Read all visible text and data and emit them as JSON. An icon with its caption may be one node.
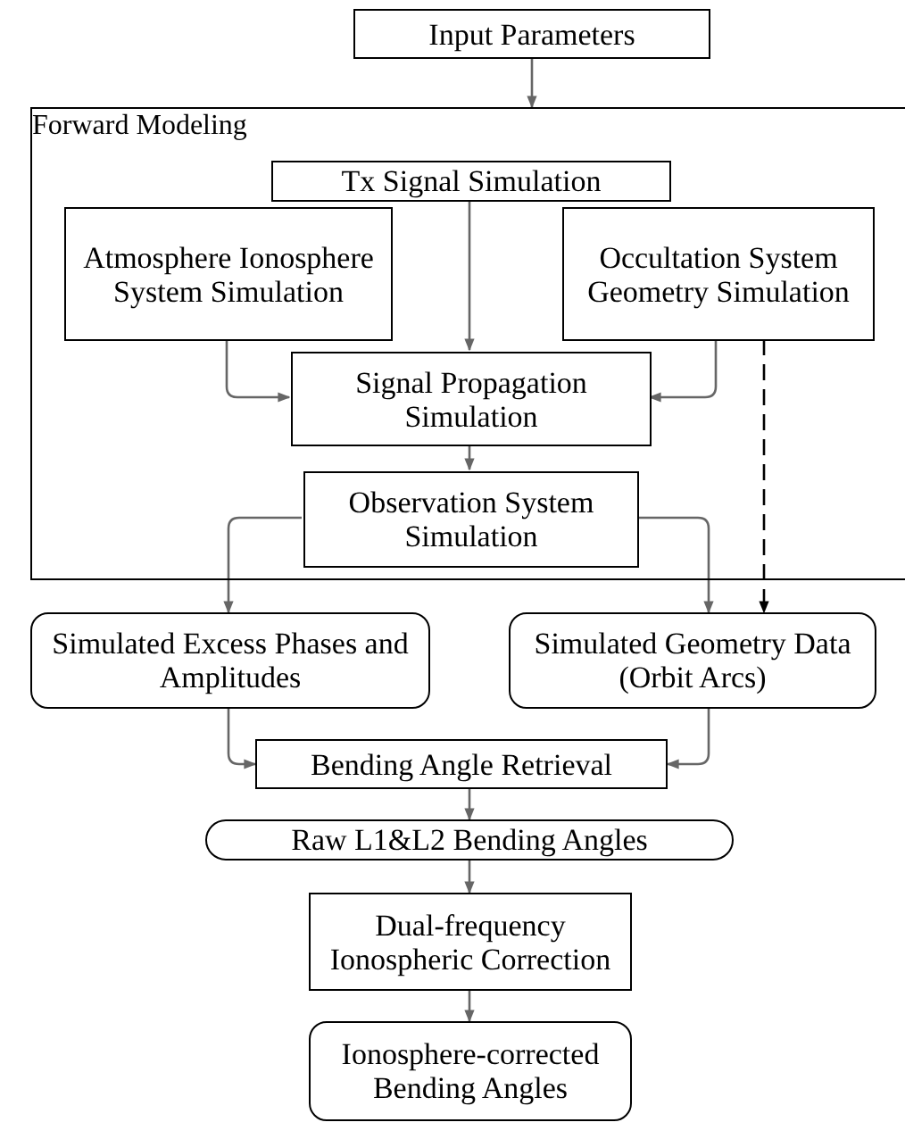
{
  "diagram": {
    "nodes": [
      {
        "text": [
          "Input Parameters"
        ]
      },
      {
        "text": [
          "Forward Modeling"
        ]
      },
      {
        "text": [
          "Tx Signal Simulation"
        ],
        "in": 1
      },
      {
        "text": [
          "Atmosphere Ionosphere System Simulation"
        ],
        "in": 1
      },
      {
        "text": [
          "Occultation System Geometry Simulation"
        ],
        "in": 1
      },
      {
        "text": [
          "Signal Propagation Simulation"
        ],
        "in": 1
      },
      {
        "text": [
          "Observation System Simulation"
        ],
        "in": 1
      },
      {
        "text": [
          "Simulated Excess Phases and Amplitudes"
        ]
      },
      {
        "text": [
          "Simulated Geometry Data (Orbit Arcs)"
        ]
      },
      {
        "text": [
          "Bending Angle Retrieval"
        ]
      },
      {
        "text": [
          "Raw L1&L2 Bending Angles"
        ]
      },
      {
        "text": [
          "Dual-frequency Ionospheric Correction"
        ]
      },
      {
        "text": [
          "Ionosphere-corrected Bending Angles"
        ]
      }
    ],
    "edges": [
      {
        "from": 0,
        "to": 1,
        "arrow": "to"
      },
      {
        "from": 2,
        "to": 5,
        "arrow": "to"
      },
      {
        "from": 3,
        "to": 5,
        "arrow": "to"
      },
      {
        "from": 4,
        "to": 5,
        "arrow": "to"
      },
      {
        "from": 5,
        "to": 6,
        "arrow": "to"
      },
      {
        "from": 6,
        "to": 7,
        "arrow": "to"
      },
      {
        "from": 6,
        "to": 8,
        "arrow": "to"
      },
      {
        "from": 4,
        "to": 8,
        "arrow": "to",
        "style": "dashed",
        "color": "#000000"
      },
      {
        "from": 7,
        "to": 9,
        "arrow": "to"
      },
      {
        "from": 8,
        "to": 9,
        "arrow": "to"
      },
      {
        "from": 9,
        "to": 10,
        "arrow": "to"
      },
      {
        "from": 10,
        "to": 11,
        "arrow": "to"
      },
      {
        "from": 11,
        "to": 12,
        "arrow": "to"
      }
    ]
  }
}
